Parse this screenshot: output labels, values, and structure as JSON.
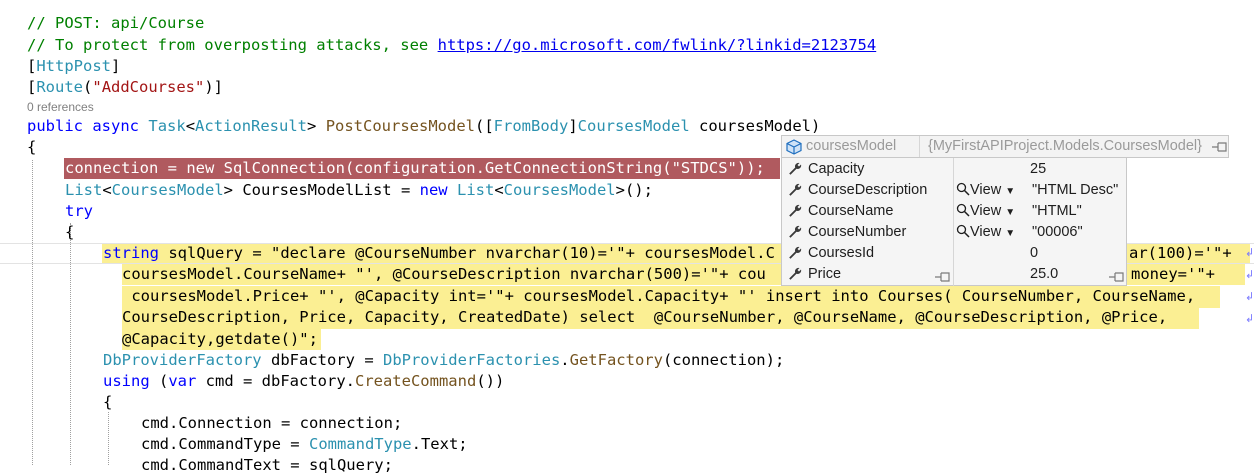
{
  "code": {
    "line1": "// POST: api/Course",
    "line2_prefix": "// To protect from overposting attacks, see ",
    "line2_link": "https://go.microsoft.com/fwlink/?linkid=2123754",
    "attr_httppost": "HttpPost",
    "attr_route": "Route",
    "route_value": "\"AddCourses\"",
    "references": "0 references",
    "sig_public": "public",
    "sig_async": "async",
    "sig_task": "Task",
    "sig_actionresult": "ActionResult",
    "sig_method": "PostCoursesModel",
    "sig_frombody": "FromBody",
    "sig_model_type": "CoursesModel",
    "sig_param": "coursesModel",
    "brace_open": "{",
    "conn_line": "connection = new SqlConnection(configuration.GetConnectionString(\"STDCS\"));",
    "list_line_kw": "List",
    "list_line_type": "CoursesModel",
    "list_line_var": "CoursesModelList",
    "list_line_new": "new",
    "list_line_list2": "List",
    "try_kw": "try",
    "sql1_kw": "string",
    "sql1_rest": " sqlQuery = \"declare @CourseNumber nvarchar(10)='\"+ coursesModel.C",
    "sql1_tail": "ar(100)='\"+",
    "sql2_a": "coursesModel.CourseName+ \"', @CourseDescription nvarchar(500)='\"+ cou",
    "sql2_tail": "money='\"+",
    "sql3": " coursesModel.Price+ \"', @Capacity int='\"+ coursesModel.Capacity+ \"' insert into Courses( CourseNumber, CourseName,",
    "sql4": "CourseDescription, Price, Capacity, CreatedDate) select  @CourseNumber, @CourseName, @CourseDescription, @Price,",
    "sql5": "@Capacity,getdate()\";",
    "dbf_type1": "DbProviderFactory",
    "dbf_var": "dbFactory",
    "dbf_type2": "DbProviderFactories",
    "dbf_call": "GetFactory",
    "dbf_arg": "(connection);",
    "using_kw": "using",
    "using_var": "var",
    "using_rest": " cmd = dbFactory.",
    "using_fn": "CreateCommand",
    "using_end": "())",
    "cmd_conn": "cmd.Connection = connection;",
    "cmd_type_a": "cmd.CommandType = ",
    "cmd_type_t": "CommandType",
    "cmd_type_b": ".Text;",
    "cmd_text_a": "cmd.CommandText = ",
    "cmd_text_b": "sqlQuery;"
  },
  "datatip": {
    "variable": "coursesModel",
    "type": "{MyFirstAPIProject.Models.CoursesModel}",
    "view_label": "View",
    "rows": [
      {
        "name": "Capacity",
        "value": "25",
        "view": false
      },
      {
        "name": "CourseDescription",
        "value": "\"HTML Desc\"",
        "view": true
      },
      {
        "name": "CourseName",
        "value": "\"HTML\"",
        "view": true
      },
      {
        "name": "CourseNumber",
        "value": "\"00006\"",
        "view": true
      },
      {
        "name": "CoursesId",
        "value": "0",
        "view": false
      },
      {
        "name": "Price",
        "value": "25.0",
        "view": false
      }
    ]
  },
  "colors": {
    "comment": "#008000",
    "keyword": "#0000ff",
    "type": "#2b91af",
    "string": "#a31515",
    "breakpoint": "#b05a5f",
    "highlight": "#fbef93"
  }
}
